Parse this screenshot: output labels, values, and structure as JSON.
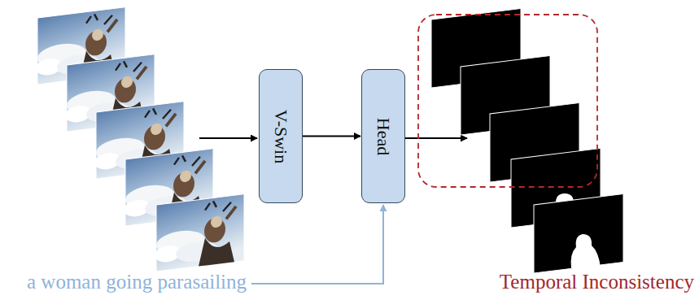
{
  "diagram": {
    "nodes": [
      {
        "text": [
          "V-Swin"
        ]
      },
      {
        "text": [
          "Head"
        ]
      }
    ],
    "edges": [
      {
        "from": 0,
        "to": 1,
        "arrow": "to"
      }
    ],
    "labels": [
      "a woman going parasailing",
      "Temporal Inconsistency"
    ]
  }
}
